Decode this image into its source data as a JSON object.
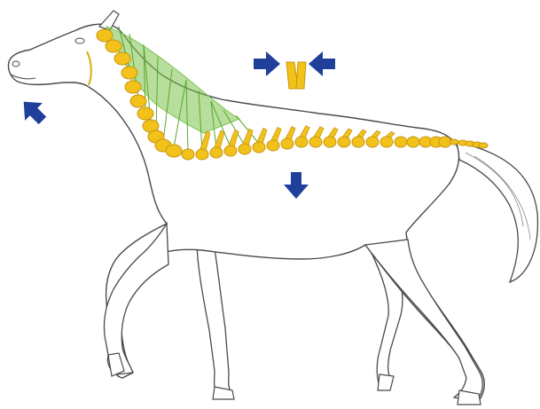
{
  "illustration": {
    "subject": "horse-spine-diagram",
    "colors": {
      "background": "#ffffff",
      "outline": "#4a4a4a",
      "body_fill": "#ffffff",
      "vertebrae": "#f2c21b",
      "vertebrae_shadow": "#c8960e",
      "ligament": "#7cc24a",
      "arrow": "#1f3f9a"
    },
    "arrows": [
      {
        "name": "nose-up-arrow-icon",
        "direction": "up-left"
      },
      {
        "name": "compress-left-arrow-icon",
        "direction": "right"
      },
      {
        "name": "compress-right-arrow-icon",
        "direction": "left"
      },
      {
        "name": "belly-down-arrow-icon",
        "direction": "down"
      }
    ],
    "vertebra_count": 36
  }
}
